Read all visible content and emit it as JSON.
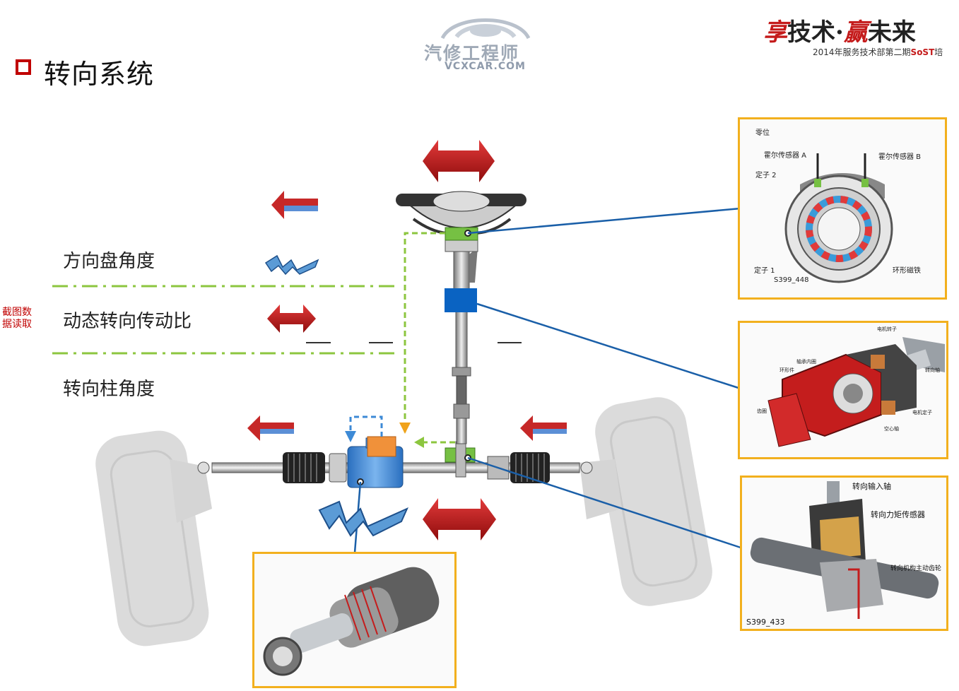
{
  "header": {
    "title": "转向系统",
    "logo_cn": "汽修工程师",
    "logo_en": "VCXCAR.COM",
    "brand_a": "享",
    "brand_b": "技术·",
    "brand_c": "赢",
    "brand_d": "未来",
    "brand_sub_a": "2014年服务技术部第二期",
    "brand_sub_b": "SoST",
    "brand_sub_c": "培"
  },
  "side_note": "截图数据读取",
  "rows": {
    "steering_wheel_angle": "方向盘角度",
    "dynamic_ratio": "动态转向传动比",
    "column_angle": "转向柱角度"
  },
  "inset_sensor": {
    "zero": "零位",
    "hall_a": "霍尔传感器 A",
    "hall_b": "霍尔传感器 B",
    "stator2": "定子 2",
    "stator1": "定子 1",
    "magnet": "环形磁铁",
    "code": "S399_448"
  },
  "inset_motor": {
    "rotor": "电机转子",
    "bearing": "轴承内圈",
    "ring": "环形件",
    "gear": "齿圈",
    "shaft": "转向轴",
    "stator": "电机定子",
    "hollow": "空心轴"
  },
  "inset_gear": {
    "input_shaft": "转向输入轴",
    "torque_sensor": "转向力矩传感器",
    "pinion": "转向机构主动齿轮",
    "code": "S399_433"
  },
  "colors": {
    "accent_red": "#c00000",
    "inset_border": "#f2b01e",
    "leader_blue": "#1a5fa8",
    "sensor_green": "#76c043",
    "dash_green": "#8cc63f",
    "actuator_orange": "#f0913a",
    "motor_blue": "#3d8ad6"
  }
}
